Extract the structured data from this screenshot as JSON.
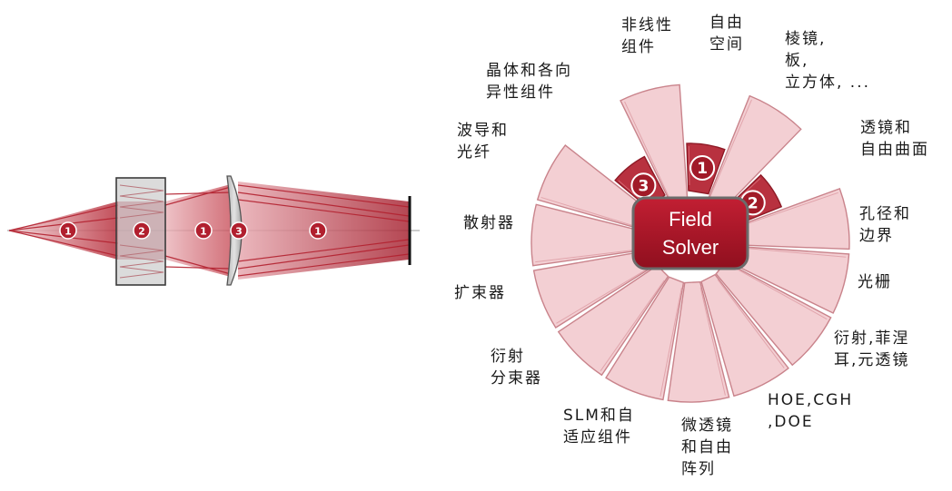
{
  "optics": {
    "region_numbers": [
      "1",
      "2",
      "1",
      "3",
      "1"
    ]
  },
  "wheel": {
    "center_label": [
      "Field",
      "Solver"
    ],
    "highlight_numbers": [
      "1",
      "2",
      "3"
    ]
  },
  "labels": [
    {
      "id": "free-space",
      "lines": [
        "自由",
        "空间"
      ]
    },
    {
      "id": "prisms",
      "lines": [
        "棱镜,",
        "板,",
        "立方体, ..."
      ]
    },
    {
      "id": "lens-freeform",
      "lines": [
        "透镜和",
        "自由曲面"
      ]
    },
    {
      "id": "aperture-boundary",
      "lines": [
        "孔径和",
        "边界"
      ]
    },
    {
      "id": "grating",
      "lines": [
        "光栅"
      ]
    },
    {
      "id": "diffraction-fresnel",
      "lines": [
        "衍射,菲涅",
        "耳,元透镜"
      ]
    },
    {
      "id": "hoe-cgh",
      "lines": [
        "HOE,CGH",
        ",DOE"
      ]
    },
    {
      "id": "microlens",
      "lines": [
        "微透镜",
        "和自由",
        "阵列"
      ]
    },
    {
      "id": "slm",
      "lines": [
        "SLM和自",
        "适应组件"
      ]
    },
    {
      "id": "diffractive-splitter",
      "lines": [
        "衍射",
        "分束器"
      ]
    },
    {
      "id": "beam-expander",
      "lines": [
        "扩束器"
      ]
    },
    {
      "id": "scatterer",
      "lines": [
        "散射器"
      ]
    },
    {
      "id": "waveguide-fiber",
      "lines": [
        "波导和",
        "光纤"
      ]
    },
    {
      "id": "crystal-anisotropic",
      "lines": [
        "晶体和各向",
        "异性组件"
      ]
    },
    {
      "id": "nonlinear",
      "lines": [
        "非线性",
        "组件"
      ]
    }
  ]
}
